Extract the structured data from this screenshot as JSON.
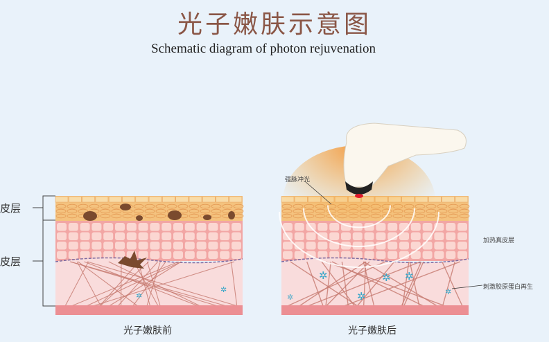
{
  "title": "光子嫩肤示意图",
  "subtitle": "Schematic diagram of photon rejuvenation",
  "left_labels": {
    "epidermis": "皮层",
    "dermis": "皮层"
  },
  "panels": {
    "before": {
      "caption": "光子嫩肤前"
    },
    "after": {
      "caption": "光子嫩肤后"
    }
  },
  "annotations": {
    "ipl": "强脉冲光",
    "heat_dermis": "加热真皮层",
    "collagen": "刺激胶原蛋白再生"
  },
  "colors": {
    "title": "#8a5646",
    "background": "#e9f2fa",
    "epidermis": "#f4c27e",
    "cells": "#f5b9b6",
    "dermis": "#f9dcdc",
    "fiber": "#c67a70",
    "spot": "#7a4a2e",
    "fibroblast": "#3aa6c8"
  }
}
